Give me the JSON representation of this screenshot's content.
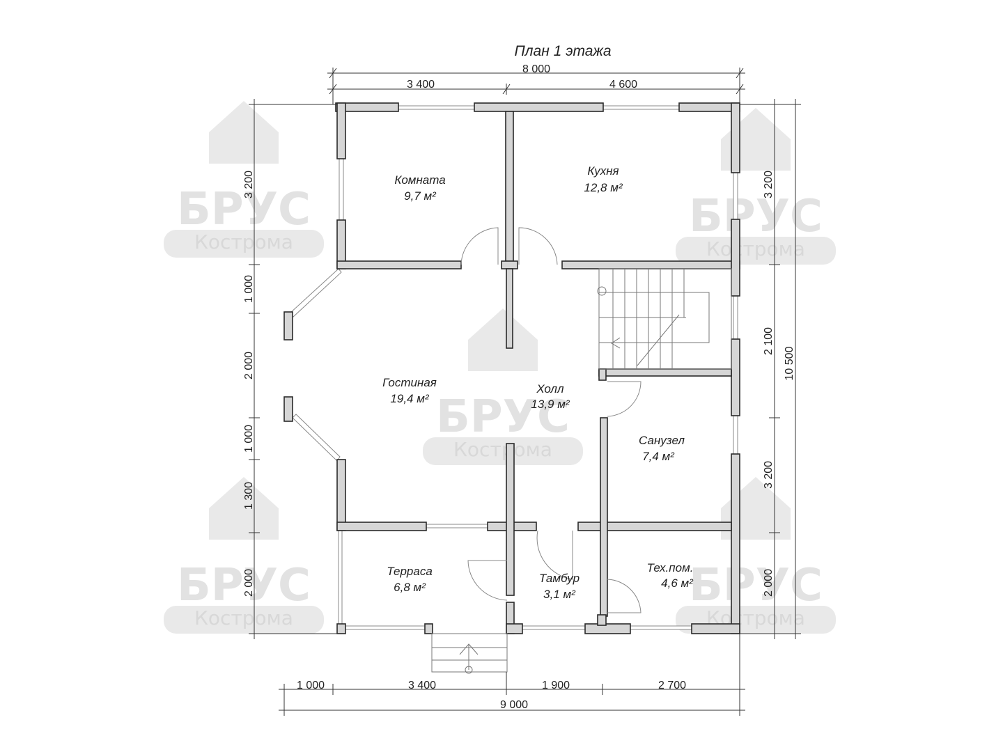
{
  "title": "План 1 этажа",
  "watermark": {
    "brand": "БРУС",
    "city": "Кострома"
  },
  "rooms": [
    {
      "name": "Комната",
      "area": "9,7 м²"
    },
    {
      "name": "Кухня",
      "area": "12,8 м²"
    },
    {
      "name": "Гостиная",
      "area": "19,4 м²"
    },
    {
      "name": "Холл",
      "area": "13,9 м²"
    },
    {
      "name": "Санузел",
      "area": "7,4 м²"
    },
    {
      "name": "Терраса",
      "area": "6,8 м²"
    },
    {
      "name": "Тамбур",
      "area": "3,1 м²"
    },
    {
      "name": "Тех.пом.",
      "area": "4,6 м²"
    }
  ],
  "dimensions": {
    "top_total": "8 000",
    "top": [
      "3 400",
      "4 600"
    ],
    "left": [
      "3 200",
      "1 000",
      "2 000",
      "1 000",
      "1 300",
      "2 000"
    ],
    "right": [
      "3 200",
      "2 100",
      "3 200",
      "2 000"
    ],
    "right_total": "10 500",
    "bottom": [
      "1 000",
      "3 400",
      "1 900",
      "2 700"
    ],
    "bottom_total": "9 000"
  }
}
